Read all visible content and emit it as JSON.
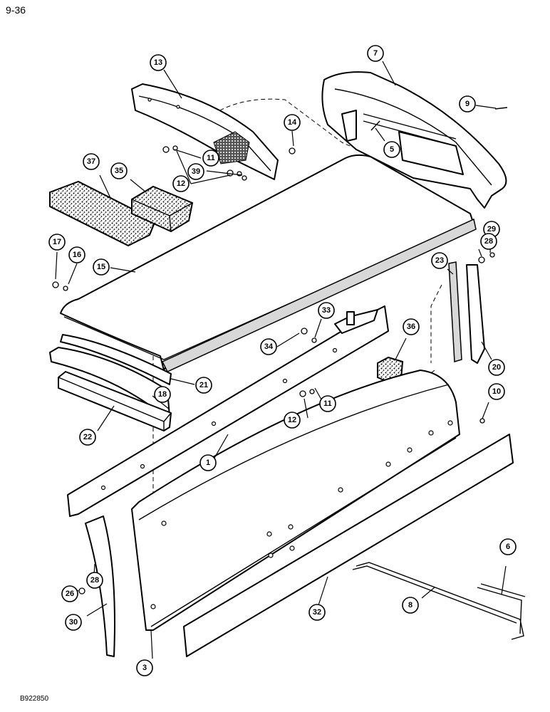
{
  "page": {
    "number": "9-36",
    "code": "B922850"
  },
  "callouts": [
    {
      "id": "c13",
      "label": "13"
    },
    {
      "id": "c7",
      "label": "7"
    },
    {
      "id": "c9",
      "label": "9"
    },
    {
      "id": "c14",
      "label": "14"
    },
    {
      "id": "c5",
      "label": "5"
    },
    {
      "id": "c11a",
      "label": "11"
    },
    {
      "id": "c39",
      "label": "39"
    },
    {
      "id": "c12a",
      "label": "12"
    },
    {
      "id": "c37",
      "label": "37"
    },
    {
      "id": "c35",
      "label": "35"
    },
    {
      "id": "c17",
      "label": "17"
    },
    {
      "id": "c16",
      "label": "16"
    },
    {
      "id": "c15",
      "label": "15"
    },
    {
      "id": "c29",
      "label": "29"
    },
    {
      "id": "c28a",
      "label": "28"
    },
    {
      "id": "c23",
      "label": "23"
    },
    {
      "id": "c33",
      "label": "33"
    },
    {
      "id": "c34",
      "label": "34"
    },
    {
      "id": "c36",
      "label": "36"
    },
    {
      "id": "c20",
      "label": "20"
    },
    {
      "id": "c21",
      "label": "21"
    },
    {
      "id": "c18",
      "label": "18"
    },
    {
      "id": "c22",
      "label": "22"
    },
    {
      "id": "c12b",
      "label": "12"
    },
    {
      "id": "c11b",
      "label": "11"
    },
    {
      "id": "c10",
      "label": "10"
    },
    {
      "id": "c1",
      "label": "1"
    },
    {
      "id": "c6",
      "label": "6"
    },
    {
      "id": "c26",
      "label": "26"
    },
    {
      "id": "c28b",
      "label": "28"
    },
    {
      "id": "c30",
      "label": "30"
    },
    {
      "id": "c32",
      "label": "32"
    },
    {
      "id": "c8",
      "label": "8"
    },
    {
      "id": "c3",
      "label": "3"
    }
  ]
}
